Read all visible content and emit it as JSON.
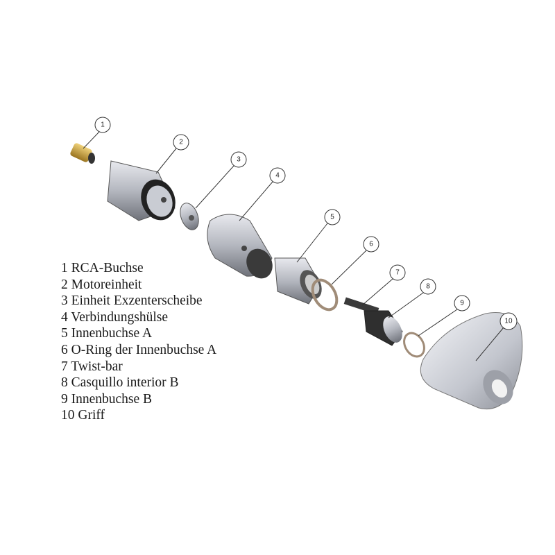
{
  "balloons": [
    "1",
    "2",
    "3",
    "4",
    "5",
    "6",
    "7",
    "8",
    "9",
    "10"
  ],
  "legend": [
    "1 RCA-Buchse",
    "2 Motoreinheit",
    "3 Einheit Exzenterscheibe",
    "4 Verbindungshülse",
    "5 Innenbuchse A",
    "6 O-Ring der Innenbuchse A",
    "7 Twist-bar",
    "8 Casquillo interior B",
    "9 Innenbuchse B",
    "10 Griff"
  ],
  "colors": {
    "metal": "#b9bcc4",
    "dark": "#2a2a2a",
    "brass": "#c9a23a",
    "line": "#333333"
  }
}
